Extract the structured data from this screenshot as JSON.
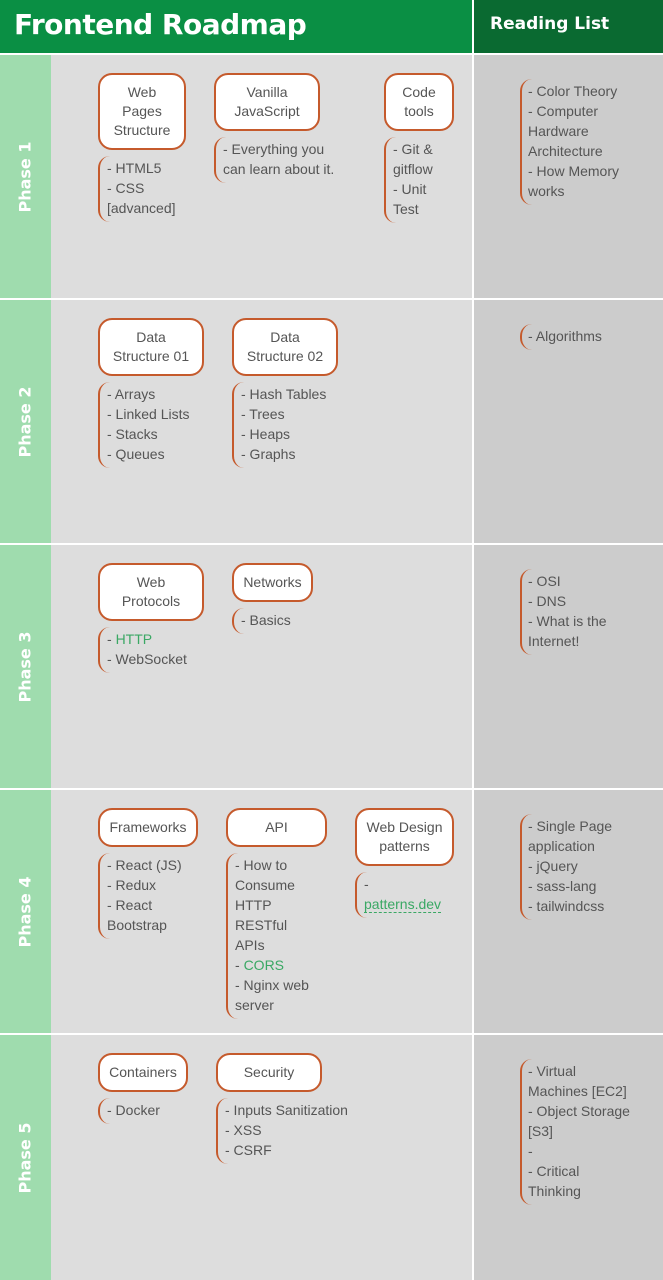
{
  "header": {
    "title": "Frontend Roadmap",
    "reading_title": "Reading List"
  },
  "phases": [
    {
      "label": "Phase 1",
      "topics": [
        {
          "title_lines": [
            "Web",
            "Pages",
            "Structure"
          ],
          "items": [
            "- HTML5",
            "- CSS",
            "[advanced]"
          ]
        },
        {
          "title_lines": [
            "Vanilla",
            "JavaScript"
          ],
          "items": [
            "- Everything you",
            "can learn about it."
          ]
        },
        {
          "title_lines": [
            "Code",
            "tools"
          ],
          "items": [
            "- Git &",
            "gitflow",
            "- Unit",
            "Test"
          ]
        }
      ],
      "reading": [
        "- Color Theory",
        "- Computer",
        "Hardware",
        "Architecture",
        "- How Memory",
        "works"
      ]
    },
    {
      "label": "Phase 2",
      "topics": [
        {
          "title_lines": [
            "Data",
            "Structure 01"
          ],
          "items": [
            "- Arrays",
            "- Linked Lists",
            "- Stacks",
            "- Queues"
          ]
        },
        {
          "title_lines": [
            "Data",
            "Structure 02"
          ],
          "items": [
            "- Hash Tables",
            "- Trees",
            "- Heaps",
            "- Graphs"
          ]
        }
      ],
      "reading": [
        "- Algorithms"
      ]
    },
    {
      "label": "Phase 3",
      "topics": [
        {
          "title_lines": [
            "Web",
            "Protocols"
          ],
          "items_prefix": "- ",
          "items_green": "HTTP",
          "items": [
            "- WebSocket"
          ]
        },
        {
          "title_lines": [
            "Networks"
          ],
          "items": [
            "- Basics"
          ]
        }
      ],
      "reading": [
        "- OSI",
        "- DNS",
        "- What is the",
        "Internet!"
      ]
    },
    {
      "label": "Phase 4",
      "topics": [
        {
          "title_lines": [
            "Frameworks"
          ],
          "items": [
            "- React (JS)",
            "- Redux",
            "- React",
            "Bootstrap"
          ]
        },
        {
          "title_lines": [
            "API"
          ],
          "items": [
            "- How to",
            "Consume",
            "HTTP",
            "RESTful",
            "APIs",
            "CORS",
            "- Nginx web",
            "server"
          ]
        },
        {
          "title_lines": [
            "Web Design",
            "patterns"
          ],
          "items": [
            "-",
            "patterns.dev"
          ]
        }
      ],
      "reading": [
        "- Single Page",
        "application",
        "- jQuery",
        "- sass-lang",
        "- tailwindcss"
      ]
    },
    {
      "label": "Phase 5",
      "topics": [
        {
          "title_lines": [
            "Containers"
          ],
          "items": [
            "- Docker"
          ]
        },
        {
          "title_lines": [
            "Security"
          ],
          "items": [
            "- Inputs Sanitization",
            "- XSS",
            "- CSRF"
          ]
        }
      ],
      "reading": [
        "- Virtual",
        "Machines [EC2]",
        "- Object Storage",
        "[S3]",
        "-",
        "- Critical",
        "Thinking"
      ]
    }
  ],
  "colors": {
    "header_green": "#0a8f44",
    "header_dark_green": "#0a6a31",
    "phase_label_bg": "#9fdcae",
    "content_bg": "#dddddd",
    "reading_bg": "#cccccc",
    "accent_orange": "#c55a2c",
    "link_green": "#3aa864"
  }
}
